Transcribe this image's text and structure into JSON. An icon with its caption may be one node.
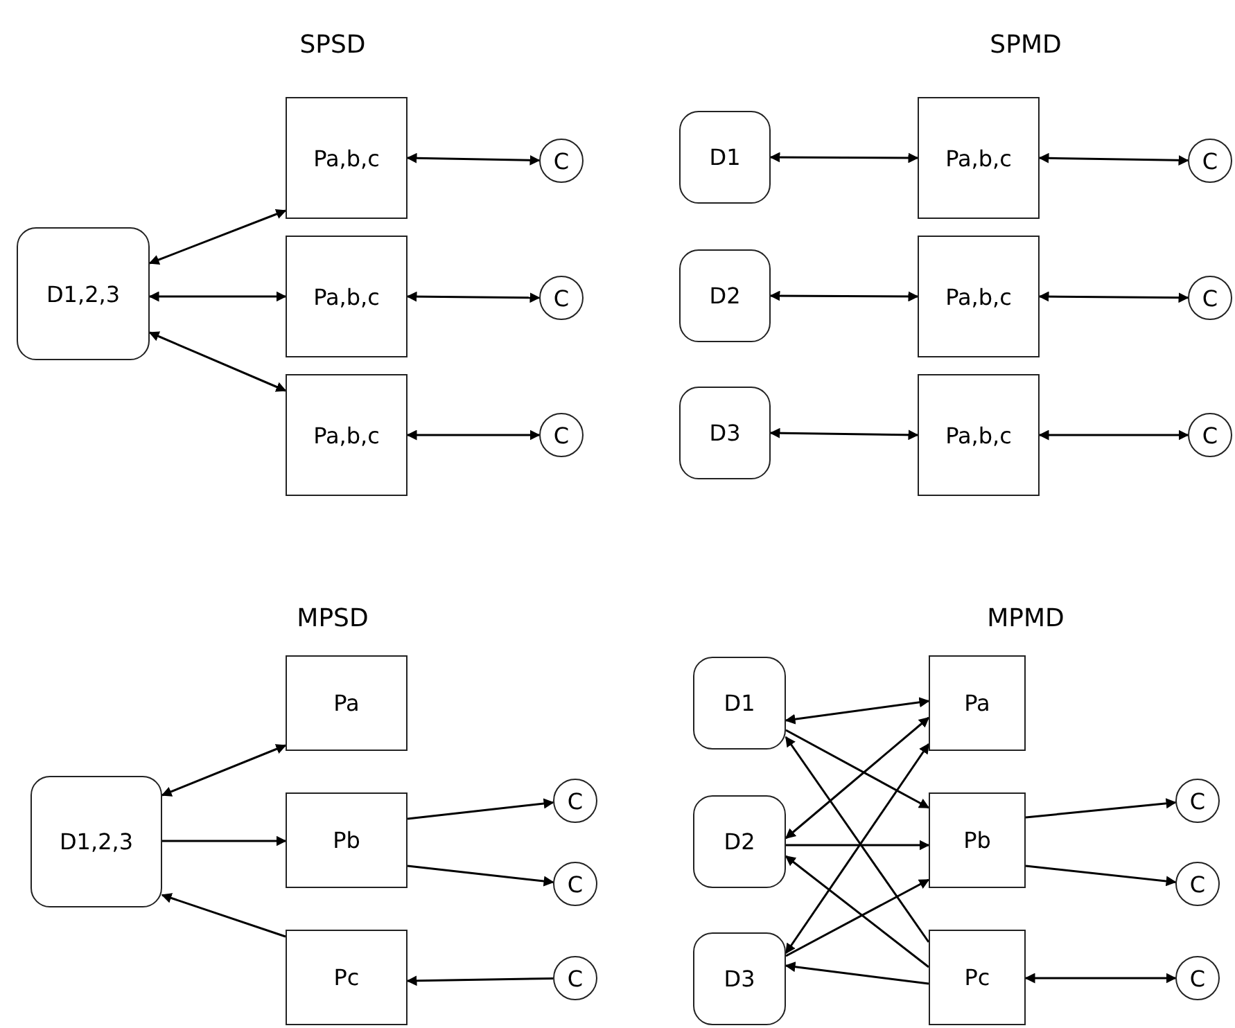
{
  "diagram": {
    "nodes": [
      {
        "text": [
          "D1,2,3"
        ]
      },
      {
        "text": [
          "Pa,b,c"
        ]
      },
      {
        "text": [
          "Pa,b,c"
        ]
      },
      {
        "text": [
          "Pa,b,c"
        ]
      },
      {
        "text": [
          "C"
        ]
      },
      {
        "text": [
          "C"
        ]
      },
      {
        "text": [
          "C"
        ]
      },
      {
        "text": [
          "D1"
        ]
      },
      {
        "text": [
          "D2"
        ]
      },
      {
        "text": [
          "D3"
        ]
      },
      {
        "text": [
          "Pa,b,c"
        ]
      },
      {
        "text": [
          "Pa,b,c"
        ]
      },
      {
        "text": [
          "Pa,b,c"
        ]
      },
      {
        "text": [
          "C"
        ]
      },
      {
        "text": [
          "C"
        ]
      },
      {
        "text": [
          "C"
        ]
      },
      {
        "text": [
          "D1,2,3"
        ]
      },
      {
        "text": [
          "Pa"
        ]
      },
      {
        "text": [
          "Pb"
        ]
      },
      {
        "text": [
          "Pc"
        ]
      },
      {
        "text": [
          "C"
        ]
      },
      {
        "text": [
          "C"
        ]
      },
      {
        "text": [
          "C"
        ]
      },
      {
        "text": [
          "D1"
        ]
      },
      {
        "text": [
          "D2"
        ]
      },
      {
        "text": [
          "D3"
        ]
      },
      {
        "text": [
          "Pa"
        ]
      },
      {
        "text": [
          "Pb"
        ]
      },
      {
        "text": [
          "Pc"
        ]
      },
      {
        "text": [
          "C"
        ]
      },
      {
        "text": [
          "C"
        ]
      },
      {
        "text": [
          "C"
        ]
      }
    ],
    "edges": [
      {
        "from": 0,
        "to": 1,
        "arrow": "both"
      },
      {
        "from": 0,
        "to": 2,
        "arrow": "both"
      },
      {
        "from": 0,
        "to": 3,
        "arrow": "both"
      },
      {
        "from": 1,
        "to": 4,
        "arrow": "both"
      },
      {
        "from": 2,
        "to": 5,
        "arrow": "both"
      },
      {
        "from": 3,
        "to": 6,
        "arrow": "both"
      },
      {
        "from": 7,
        "to": 10,
        "arrow": "both"
      },
      {
        "from": 8,
        "to": 11,
        "arrow": "both"
      },
      {
        "from": 9,
        "to": 12,
        "arrow": "both"
      },
      {
        "from": 10,
        "to": 13,
        "arrow": "both"
      },
      {
        "from": 11,
        "to": 14,
        "arrow": "both"
      },
      {
        "from": 12,
        "to": 15,
        "arrow": "both"
      },
      {
        "from": 16,
        "to": 17,
        "arrow": "both"
      },
      {
        "from": 16,
        "to": 18,
        "arrow": "to"
      },
      {
        "from": 19,
        "to": 16,
        "arrow": "to"
      },
      {
        "from": 18,
        "to": 20,
        "arrow": "to"
      },
      {
        "from": 18,
        "to": 21,
        "arrow": "to"
      },
      {
        "from": 22,
        "to": 19,
        "arrow": "to"
      },
      {
        "from": 23,
        "to": 26,
        "arrow": "both"
      },
      {
        "from": 23,
        "to": 27,
        "arrow": "to"
      },
      {
        "from": 28,
        "to": 23,
        "arrow": "to"
      },
      {
        "from": 24,
        "to": 26,
        "arrow": "both"
      },
      {
        "from": 24,
        "to": 27,
        "arrow": "to"
      },
      {
        "from": 28,
        "to": 24,
        "arrow": "to"
      },
      {
        "from": 25,
        "to": 26,
        "arrow": "both"
      },
      {
        "from": 25,
        "to": 27,
        "arrow": "to"
      },
      {
        "from": 28,
        "to": 25,
        "arrow": "to"
      },
      {
        "from": 27,
        "to": 29,
        "arrow": "to"
      },
      {
        "from": 27,
        "to": 30,
        "arrow": "to"
      },
      {
        "from": 28,
        "to": 31,
        "arrow": "both"
      }
    ],
    "labels": [
      "SPSD",
      "SPMD",
      "MPSD",
      "MPMD"
    ]
  }
}
